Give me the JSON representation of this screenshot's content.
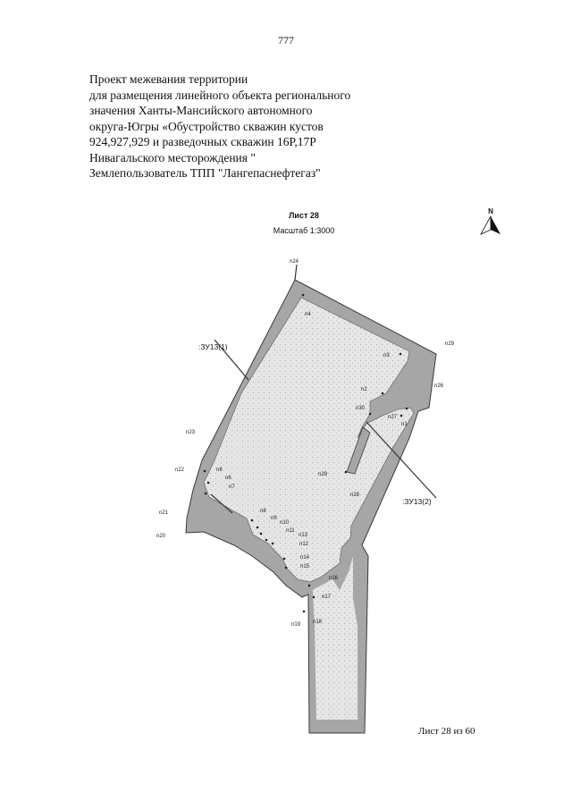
{
  "page": {
    "number": "777"
  },
  "title_lines": [
    "Проект межевания территории",
    "для размещения линейного объекта регионального",
    "значения Ханты-Мансийского автономного",
    "округа-Югры «Обустройство скважин кустов",
    "924,927,929 и разведочных скважин 16Р,17Р",
    "Нивагальского месторождения \"",
    "Землепользователь ТПП \"Лангепаснефтегаз\""
  ],
  "sheet": {
    "title": "Лист 28",
    "scale": "Масштаб 1:3000",
    "footer": "Лист 28 из 60"
  },
  "north_arrow": {
    "label": "N"
  },
  "parcels": {
    "zu1": ":ЗУ13(1)",
    "zu2": ":ЗУ13(2)"
  },
  "colors": {
    "parcel_fill": "#a6a6a6",
    "inner_fill": "#e3e3e3",
    "outline": "#333333"
  },
  "points": {
    "n1": "n1",
    "n2": "n2",
    "n3": "n3",
    "n4": "n4",
    "n5": "n5",
    "n6": "n6",
    "n7": "n7",
    "n8": "n8",
    "n9": "n9",
    "n10": "n10",
    "n11": "n11",
    "n12": "n12",
    "n13": "n13",
    "n14": "n14",
    "n15": "n15",
    "n16": "n16",
    "n17": "n17",
    "n18": "n18",
    "n19": "n19",
    "n20": "n20",
    "n21": "n21",
    "n22": "n22",
    "n23": "n23",
    "n24": "n24",
    "n25": "n25",
    "n26": "n26",
    "n27": "n27",
    "n28": "n28",
    "n29": "n29",
    "n30": "n30"
  }
}
